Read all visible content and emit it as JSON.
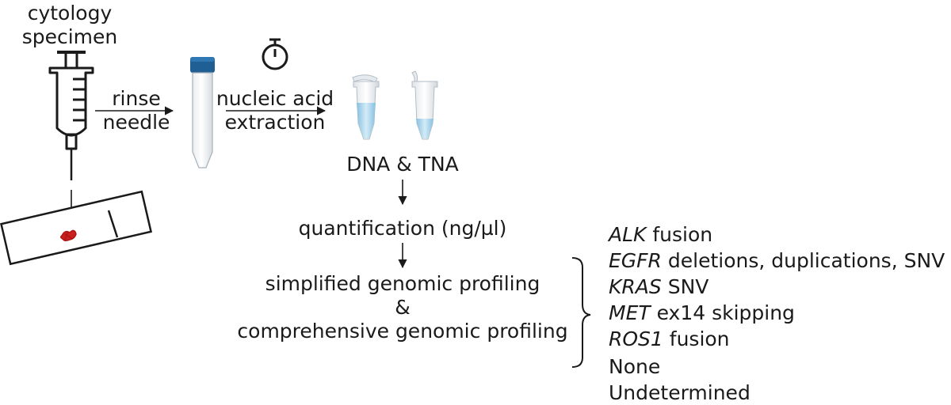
{
  "specimen": {
    "line1": "cytology",
    "line2": "specimen"
  },
  "step_rinse": {
    "line1": "rinse",
    "line2": "needle"
  },
  "step_extraction": {
    "line1": "nucleic acid",
    "line2": "extraction"
  },
  "products": "DNA & TNA",
  "quantification": "quantification (ng/µl)",
  "profiling": {
    "line1": "simplified genomic profiling",
    "line2": "&",
    "line3": "comprehensive genomic profiling"
  },
  "results": [
    {
      "gene": "ALK",
      "detail": " fusion"
    },
    {
      "gene": "EGFR",
      "detail": " deletions, duplications, SNV"
    },
    {
      "gene": "KRAS",
      "detail": " SNV"
    },
    {
      "gene": "MET",
      "detail": " ex14 skipping"
    },
    {
      "gene": "ROS1",
      "detail": " fusion"
    },
    {
      "gene": "",
      "detail": "None"
    },
    {
      "gene": "",
      "detail": "Undetermined"
    }
  ],
  "icons": [
    "syringe-icon",
    "tube-icon",
    "stopwatch-icon",
    "microtube-icon",
    "microscope-slide-icon"
  ],
  "colors": {
    "tube_cap": "#1f5f93",
    "tube_liquid": "#a9d4ec",
    "smear": "#cc1f1f"
  }
}
